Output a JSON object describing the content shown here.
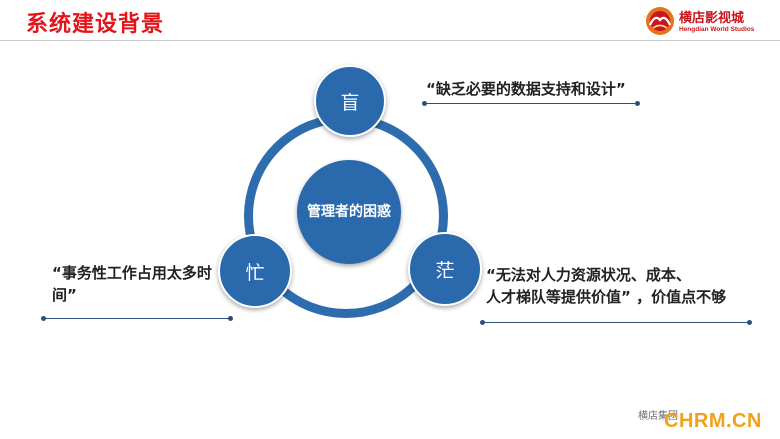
{
  "header": {
    "title": "系统建设背景",
    "logo": {
      "name_cn": "横店影视城",
      "name_en": "Hengdian World Studios",
      "color": "#c8161d"
    }
  },
  "diagram": {
    "center": "管理者的困惑",
    "nodes": {
      "top": "盲",
      "left": "忙",
      "right": "茫"
    },
    "callouts": {
      "top": "“缺乏必要的数据支持和设计”",
      "left": "“事务性工作占用太多时间”",
      "right_line1": "“无法对人力资源状况、成本、",
      "right_line2": "人才梯队等提供价值” ，价值点不够"
    },
    "colors": {
      "ring": "#2e6dad",
      "node": "#2a69ab",
      "leader": "#2e4f7a"
    }
  },
  "footer": {
    "text": "横店集团",
    "watermark": "CHRM.CN"
  },
  "colors": {
    "title": "#e3141a",
    "watermark": "#f0a21b"
  }
}
